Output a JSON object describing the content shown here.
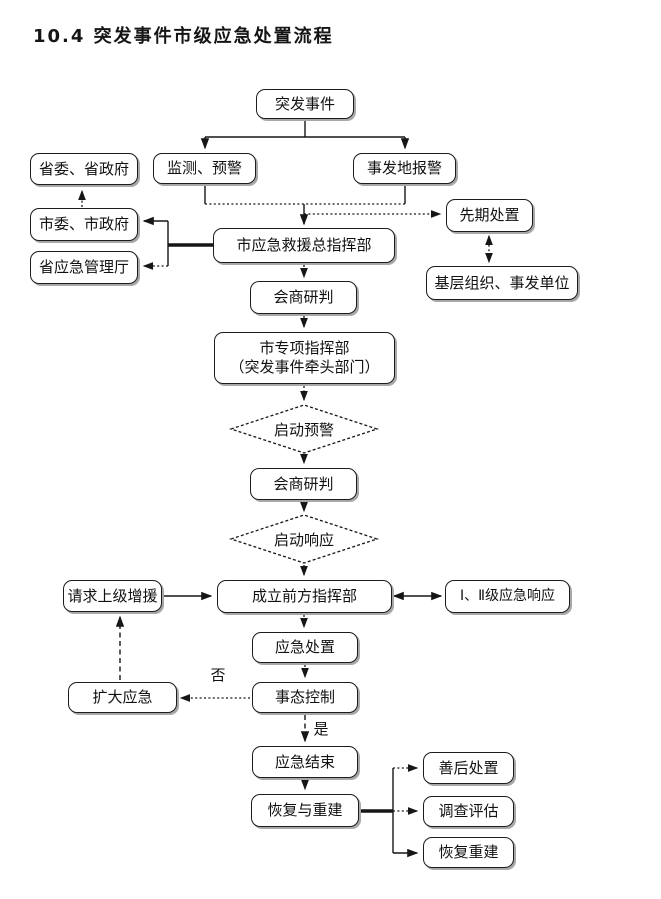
{
  "title": "10.4  突发事件市级应急处置流程",
  "decision_labels": {
    "no": "否",
    "yes": "是"
  },
  "nodes": {
    "emergency_event": {
      "label": "突发事件"
    },
    "monitoring_warning": {
      "label": "监测、预警"
    },
    "incident_alarm": {
      "label": "事发地报警"
    },
    "provincial_party_gov": {
      "label": "省委、省政府"
    },
    "city_party_gov": {
      "label": "市委、市政府"
    },
    "provincial_emergency_dept": {
      "label": "省应急管理厅"
    },
    "initial_disposal": {
      "label": "先期处置"
    },
    "grassroots_units": {
      "label": "基层组织、事发单位"
    },
    "city_rescue_hq": {
      "label": "市应急救援总指挥部"
    },
    "consultation_1": {
      "label": "会商研判"
    },
    "special_hq": {
      "label": "市专项指挥部",
      "label2": "（突发事件牵头部门）"
    },
    "start_warning": {
      "label": "启动预警"
    },
    "consultation_2": {
      "label": "会商研判"
    },
    "start_response": {
      "label": "启动响应"
    },
    "request_reinforcement": {
      "label": "请求上级增援"
    },
    "front_hq": {
      "label": "成立前方指挥部"
    },
    "response_level": {
      "label": "Ⅰ、Ⅱ级应急响应"
    },
    "emergency_disposal": {
      "label": "应急处置"
    },
    "situation_control": {
      "label": "事态控制"
    },
    "expand_emergency": {
      "label": "扩大应急"
    },
    "emergency_end": {
      "label": "应急结束"
    },
    "recovery_reconstruction": {
      "label": "恢复与重建"
    },
    "aftermath_disposal": {
      "label": "善后处置"
    },
    "investigation_evaluation": {
      "label": "调查评估"
    },
    "rebuild": {
      "label": "恢复重建"
    }
  }
}
